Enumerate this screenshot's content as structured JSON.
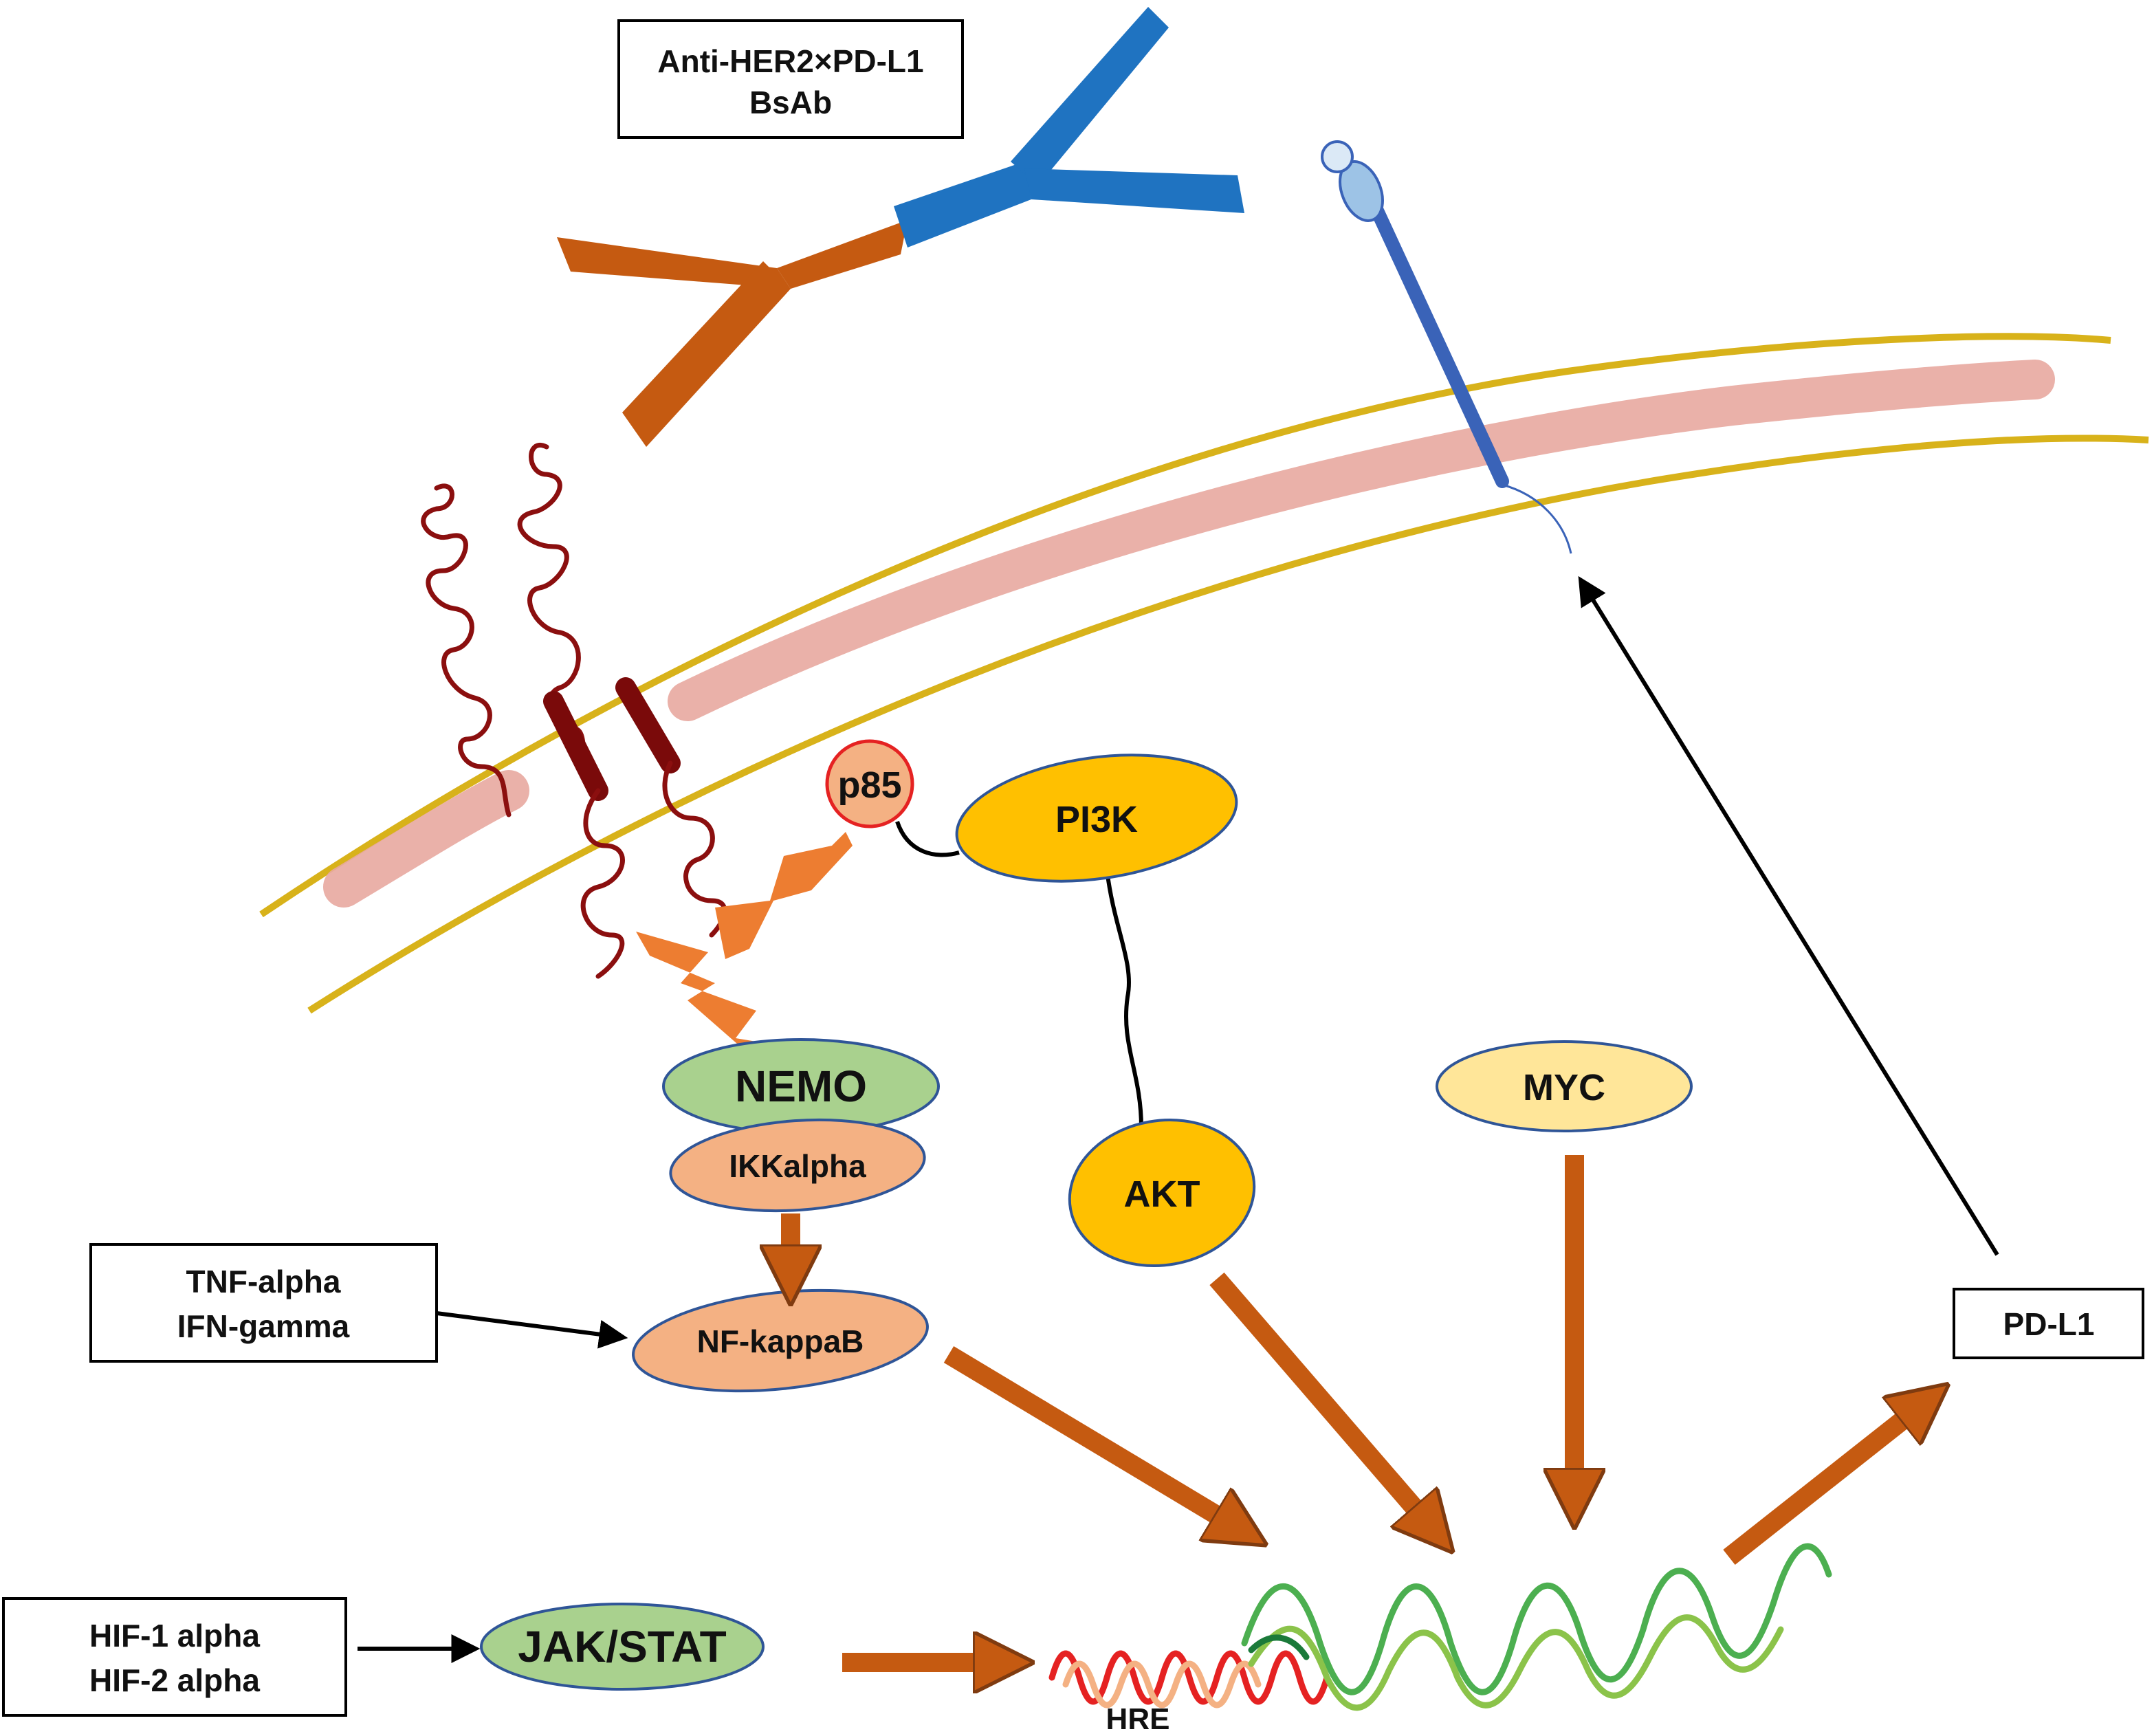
{
  "diagram": {
    "antibody_box": {
      "line1": "Anti-HER2×PD-L1",
      "line2": "BsAb"
    },
    "tnf_box": {
      "line1": "TNF-alpha",
      "line2": "IFN-gamma"
    },
    "hif_box": {
      "line1": "HIF-1 alpha",
      "line2": "HIF-2 alpha"
    },
    "pdl1_box": {
      "label": "PD-L1"
    },
    "nodes": {
      "p85": "p85",
      "pi3k": "PI3K",
      "nemo": "NEMO",
      "ikkalpha": "IKKalpha",
      "nfkappab": "NF-kappaB",
      "akt": "AKT",
      "myc": "MYC",
      "jakstat": "JAK/STAT"
    },
    "dna_label": "HRE",
    "colors": {
      "membrane_gold": "#d8b21a",
      "membrane_pink": "#e8a8a0",
      "antibody_orange": "#c55a11",
      "antibody_blue": "#1f73c1",
      "receptor_blue": "#3a63b8",
      "her2_red": "#8b0f0f",
      "pi3k_yellow": "#ffc000",
      "myc_yellow": "#ffe699",
      "nemo_green": "#a9d18e",
      "ikk_salmon": "#f4b183",
      "p85_salmon": "#f4b183",
      "pathway_arrow": "#c55a11",
      "lightning": "#ed7d31",
      "dna_green": "#4caf50",
      "dna_red": "#e52222"
    }
  }
}
